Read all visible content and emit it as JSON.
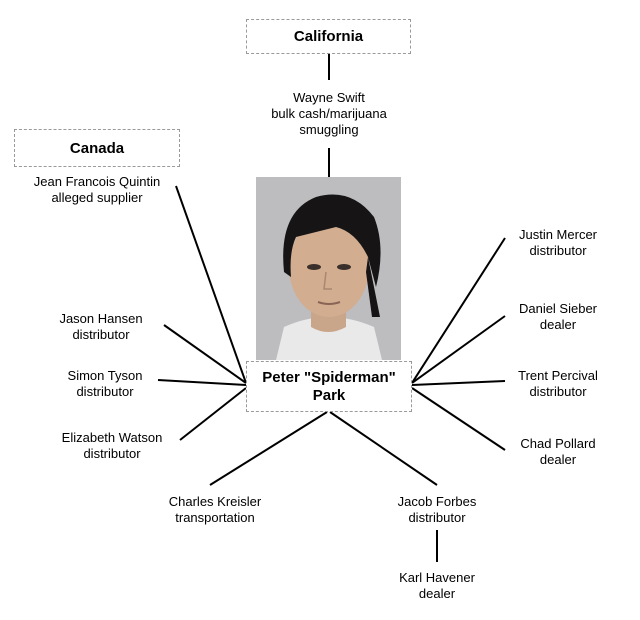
{
  "regions": {
    "california": "California",
    "canada": "Canada"
  },
  "center": {
    "name_line1": "Peter \"Spiderman\"",
    "name_line2": "Park"
  },
  "nodes": {
    "wayne_swift": {
      "name": "Wayne Swift",
      "role_line1": "bulk cash/marijuana",
      "role_line2": "smuggling"
    },
    "jean_francois_quintin": {
      "name": "Jean Francois Quintin",
      "role": "alleged supplier"
    },
    "jason_hansen": {
      "name": "Jason Hansen",
      "role": "distributor"
    },
    "simon_tyson": {
      "name": "Simon Tyson",
      "role": "distributor"
    },
    "elizabeth_watson": {
      "name": "Elizabeth Watson",
      "role": "distributor"
    },
    "charles_kreisler": {
      "name": "Charles Kreisler",
      "role": "transportation"
    },
    "jacob_forbes": {
      "name": "Jacob Forbes",
      "role": "distributor"
    },
    "karl_havener": {
      "name": "Karl Havener",
      "role": "dealer"
    },
    "justin_mercer": {
      "name": "Justin Mercer",
      "role": "distributor"
    },
    "daniel_sieber": {
      "name": "Daniel Sieber",
      "role": "dealer"
    },
    "trent_percival": {
      "name": "Trent Percival",
      "role": "distributor"
    },
    "chad_pollard": {
      "name": "Chad Pollard",
      "role": "dealer"
    }
  }
}
